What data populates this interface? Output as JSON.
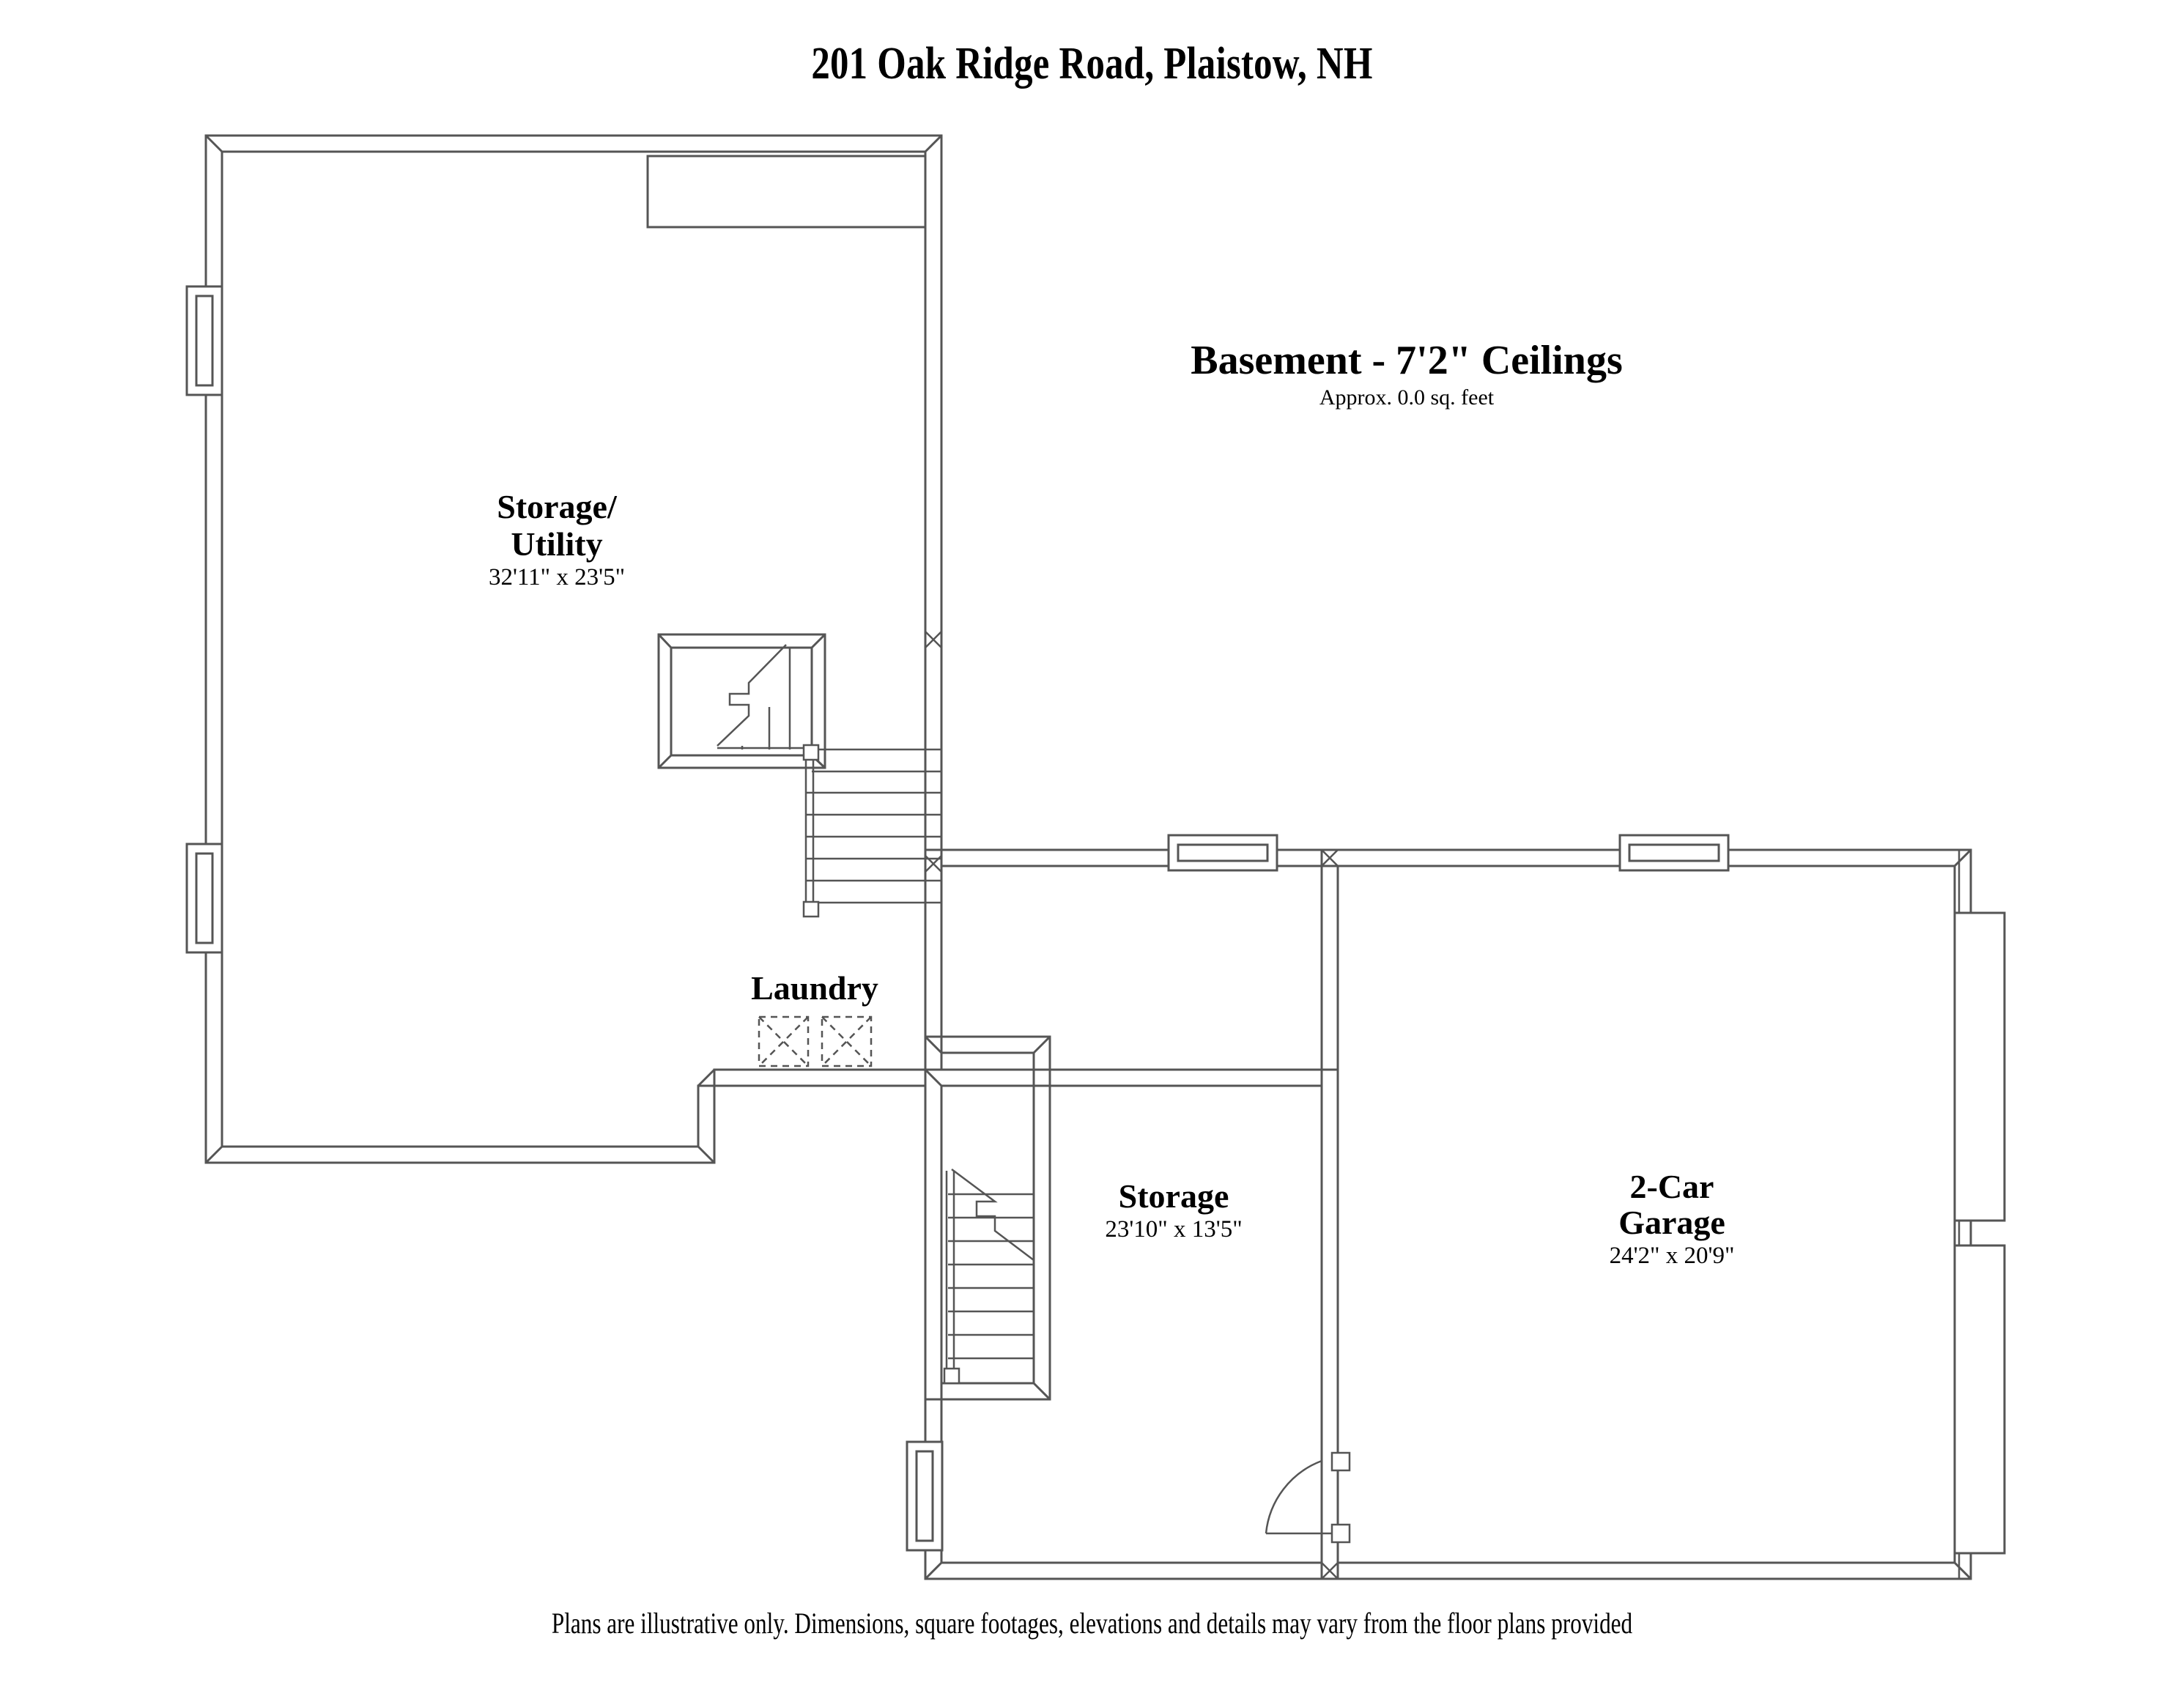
{
  "document": {
    "title": "201 Oak Ridge Road, Plaistow, NH",
    "footer_disclaimer": "Plans are illustrative only. Dimensions, square footages, elevations and details may vary from the floor plans provided"
  },
  "level": {
    "heading": "Basement - 7'2\" Ceilings",
    "area_note": "Approx. 0.0 sq. feet"
  },
  "rooms": [
    {
      "id": "storage-utility",
      "name_line1": "Storage/",
      "name_line2": "Utility",
      "dimensions": "32'11\" x 23'5\""
    },
    {
      "id": "laundry",
      "name_line1": "Laundry",
      "name_line2": "",
      "dimensions": ""
    },
    {
      "id": "storage",
      "name_line1": "Storage",
      "name_line2": "",
      "dimensions": "23'10\" x 13'5\""
    },
    {
      "id": "garage",
      "name_line1": "2-Car",
      "name_line2": "Garage",
      "dimensions": "24'2\" x 20'9\""
    }
  ],
  "style": {
    "line_color": "#4a4a4a",
    "wall_color": "#5a5a5a",
    "text_color": "#000000",
    "background": "#ffffff"
  }
}
